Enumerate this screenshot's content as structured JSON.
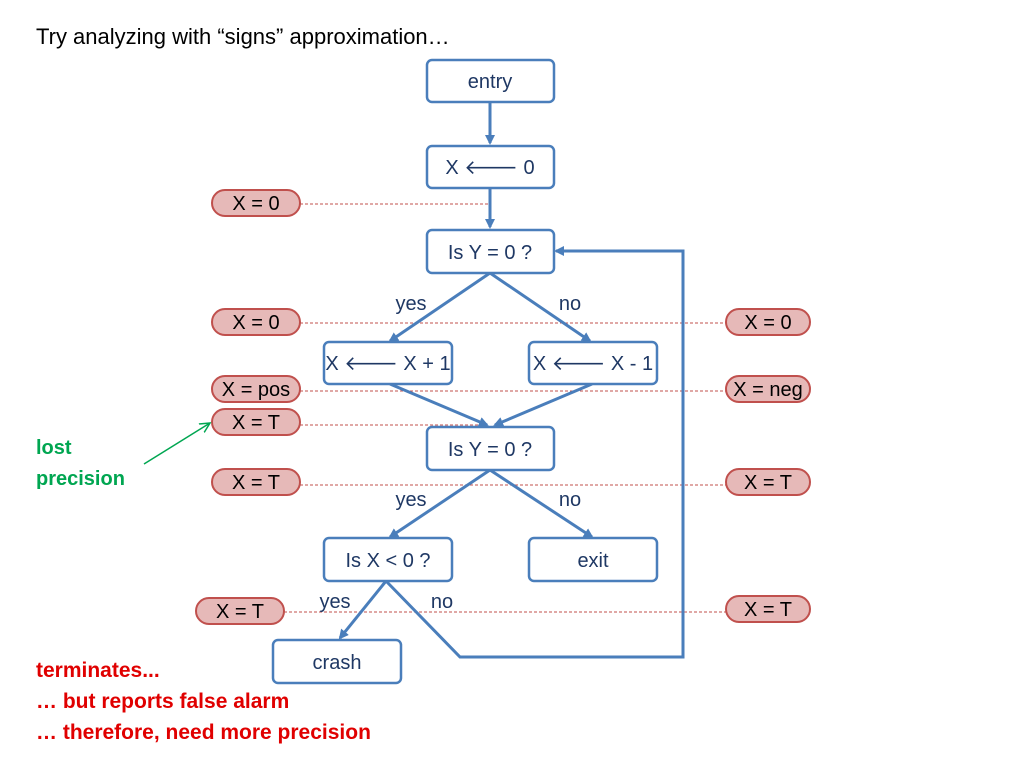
{
  "title": "Try analyzing with “signs” approximation…",
  "colors": {
    "node_stroke": "#4a7ebb",
    "node_text": "#1f3864",
    "annotation_fill": "#e6b9b8",
    "annotation_stroke": "#c0504d",
    "note_green": "#00a651",
    "note_red": "#e00000"
  },
  "nodes": {
    "entry": "entry",
    "assign_zero": "X 🡐 0",
    "test_y_1": "Is Y = 0 ?",
    "increment": "X 🡐 X + 1",
    "decrement": "X 🡐 X - 1",
    "test_y_2": "Is Y = 0 ?",
    "test_x": "Is X < 0 ?",
    "exit": "exit",
    "crash": "crash"
  },
  "branch_labels": {
    "test_y_1_yes": "yes",
    "test_y_1_no": "no",
    "test_y_2_yes": "yes",
    "test_y_2_no": "no",
    "test_x_yes": "yes",
    "test_x_no": "no"
  },
  "annotations": {
    "after_assign": "X = 0",
    "left_yes_branch": "X = 0",
    "right_no_branch": "X = 0",
    "after_increment": "X = pos",
    "after_decrement": "X = neg",
    "after_join": "X = T",
    "left_after_test2": "X = T",
    "right_after_test2": "X = T",
    "before_crash": "X = T",
    "back_edge": "X = T"
  },
  "side_note": {
    "line1": "lost",
    "line2": "precision"
  },
  "footer": {
    "line1": "terminates...",
    "line2": "… but reports false alarm",
    "line3": "… therefore, need more precision"
  }
}
